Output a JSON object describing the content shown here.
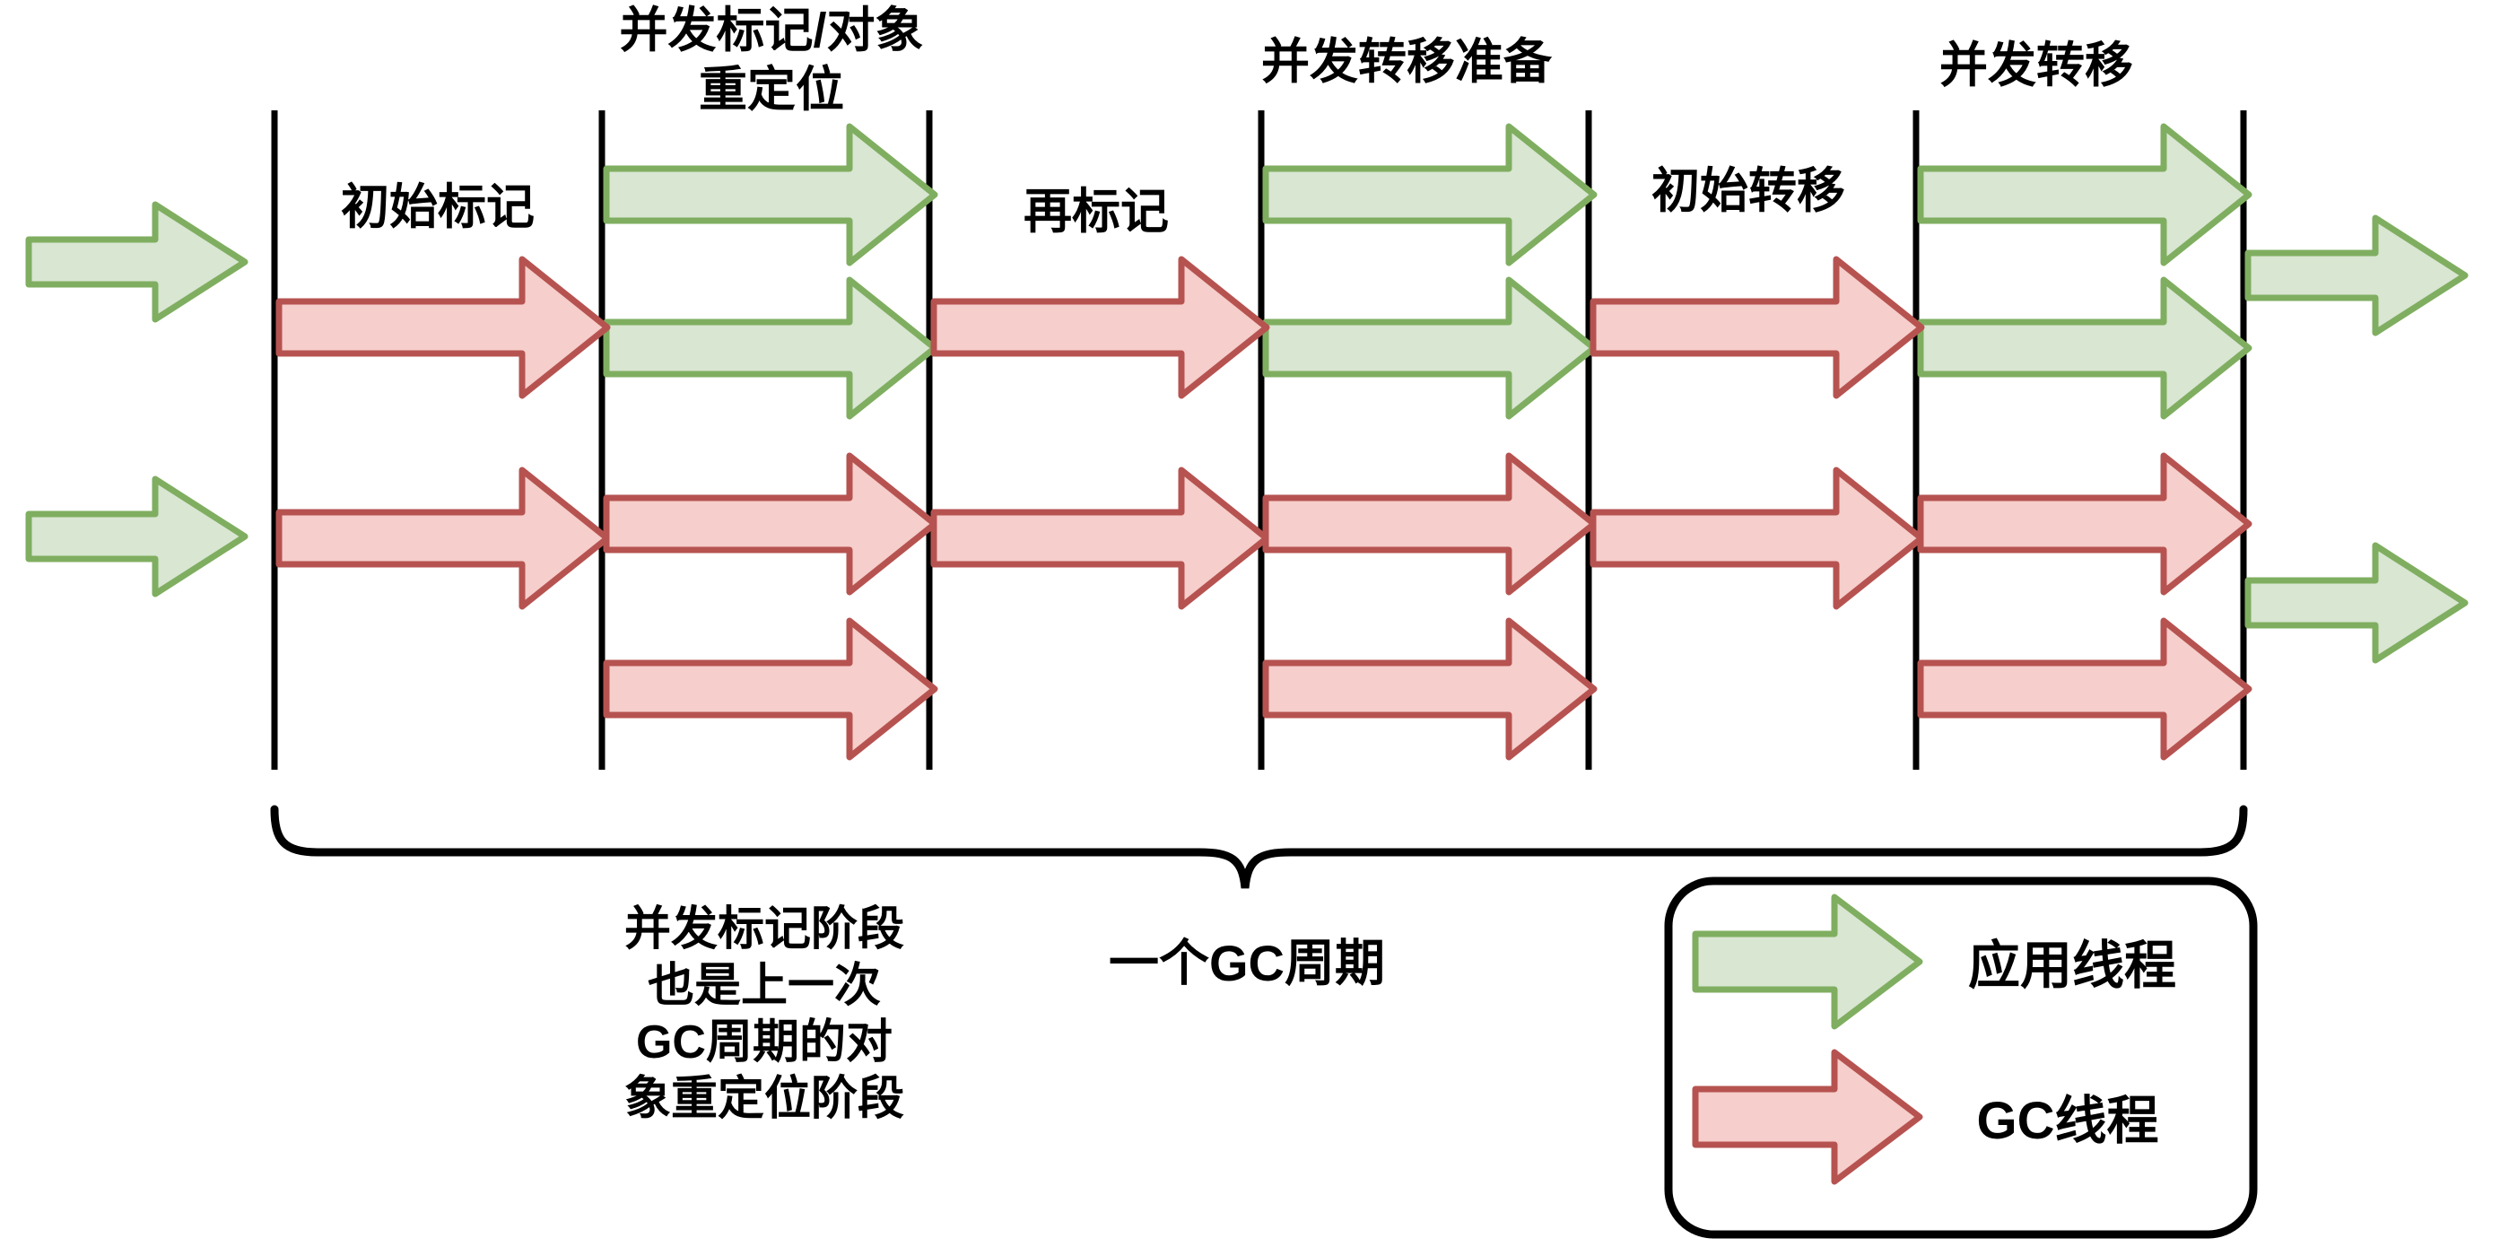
{
  "diagram": {
    "title_labels": {
      "concurrent_mark_line1": "并发标记/对象",
      "concurrent_mark_line2": "重定位",
      "concurrent_relocate_prepare": "并发转移准备",
      "concurrent_relocate": "并发转移"
    },
    "pause_labels": {
      "initial_mark": "初始标记",
      "remark": "再标记",
      "initial_relocate": "初始转移"
    },
    "bottom": {
      "gc_cycle_label": "一个GC周期",
      "note_lines": [
        "并发标记阶段",
        "也是上一次",
        "GC周期的对",
        "象重定位阶段"
      ]
    },
    "legend": {
      "app_thread_label": "应用线程",
      "gc_thread_label": "GC线程"
    },
    "colors": {
      "app_thread_fill": "#d9e6d2",
      "app_thread_stroke": "#7fae60",
      "gc_thread_fill": "#f6cecb",
      "gc_thread_stroke": "#b65350",
      "ink": "#000000"
    }
  }
}
